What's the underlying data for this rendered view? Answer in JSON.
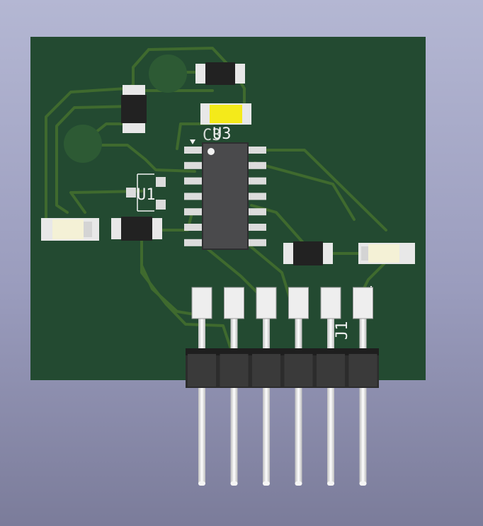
{
  "board": {
    "colors": {
      "background_top": "#b4b7d3",
      "background_bottom": "#7b7c9a",
      "board": "#234a31",
      "trace": "#3f6a2e",
      "pad": "#2d5a34",
      "silkscreen": "#f2f2f2",
      "component_body": "#2a2a2a",
      "led_white": "#f4f1d6",
      "led_yellow": "#f4ea1a",
      "ic_body": "#4a4a4c",
      "header_plastic": "#2c2c2c",
      "pin_metal": "#e6e6e6"
    },
    "labels": {
      "u3": "U3",
      "c3": "C3",
      "u1": "U1",
      "j1": "J1"
    },
    "connector_pin_count": 6,
    "ic_pins_per_side": 7
  }
}
